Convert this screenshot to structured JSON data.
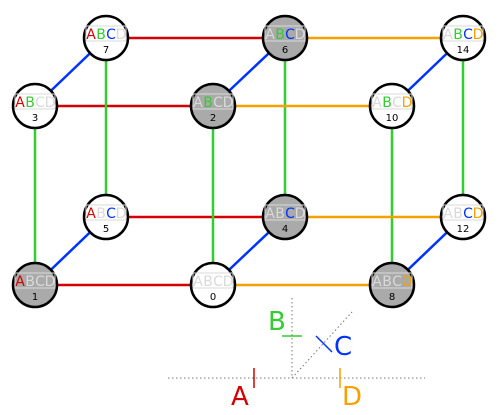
{
  "colors": {
    "A": "#d40000",
    "B": "#33cc33",
    "C": "#0033ff",
    "D": "#f5a100",
    "faint": "#d9d9d9",
    "node_filled": "#aaaaaa",
    "node_empty": "#ffffff",
    "node_stroke": "#000000",
    "axis_dotted": "#777777"
  },
  "axis_labels": {
    "A": "A",
    "B": "B",
    "C": "C",
    "D": "D"
  },
  "nodes": [
    {
      "id": "0",
      "label": "0",
      "filled": false,
      "active": []
    },
    {
      "id": "1",
      "label": "1",
      "filled": true,
      "active": [
        "A"
      ]
    },
    {
      "id": "2",
      "label": "2",
      "filled": true,
      "active": [
        "B"
      ]
    },
    {
      "id": "3",
      "label": "3",
      "filled": false,
      "active": [
        "A",
        "B"
      ]
    },
    {
      "id": "4",
      "label": "4",
      "filled": true,
      "active": [
        "C"
      ]
    },
    {
      "id": "5",
      "label": "5",
      "filled": false,
      "active": [
        "A",
        "C"
      ]
    },
    {
      "id": "6",
      "label": "6",
      "filled": true,
      "active": [
        "B",
        "C"
      ]
    },
    {
      "id": "7",
      "label": "7",
      "filled": false,
      "active": [
        "A",
        "B",
        "C"
      ]
    },
    {
      "id": "8",
      "label": "8",
      "filled": true,
      "active": [
        "D"
      ]
    },
    {
      "id": "10",
      "label": "10",
      "filled": false,
      "active": [
        "B",
        "D"
      ]
    },
    {
      "id": "12",
      "label": "12",
      "filled": false,
      "active": [
        "C",
        "D"
      ]
    },
    {
      "id": "14",
      "label": "14",
      "filled": false,
      "active": [
        "B",
        "C",
        "D"
      ]
    }
  ],
  "edges": [
    {
      "from": "1",
      "to": "0",
      "dim": "A"
    },
    {
      "from": "3",
      "to": "2",
      "dim": "A"
    },
    {
      "from": "5",
      "to": "4",
      "dim": "A"
    },
    {
      "from": "7",
      "to": "6",
      "dim": "A"
    },
    {
      "from": "1",
      "to": "3",
      "dim": "B"
    },
    {
      "from": "0",
      "to": "2",
      "dim": "B"
    },
    {
      "from": "5",
      "to": "7",
      "dim": "B"
    },
    {
      "from": "4",
      "to": "6",
      "dim": "B"
    },
    {
      "from": "8",
      "to": "10",
      "dim": "B"
    },
    {
      "from": "12",
      "to": "14",
      "dim": "B"
    },
    {
      "from": "1",
      "to": "5",
      "dim": "C"
    },
    {
      "from": "0",
      "to": "4",
      "dim": "C"
    },
    {
      "from": "3",
      "to": "7",
      "dim": "C"
    },
    {
      "from": "2",
      "to": "6",
      "dim": "C"
    },
    {
      "from": "8",
      "to": "12",
      "dim": "C"
    },
    {
      "from": "10",
      "to": "14",
      "dim": "C"
    },
    {
      "from": "0",
      "to": "8",
      "dim": "D"
    },
    {
      "from": "2",
      "to": "10",
      "dim": "D"
    },
    {
      "from": "4",
      "to": "12",
      "dim": "D"
    },
    {
      "from": "6",
      "to": "14",
      "dim": "D"
    }
  ]
}
